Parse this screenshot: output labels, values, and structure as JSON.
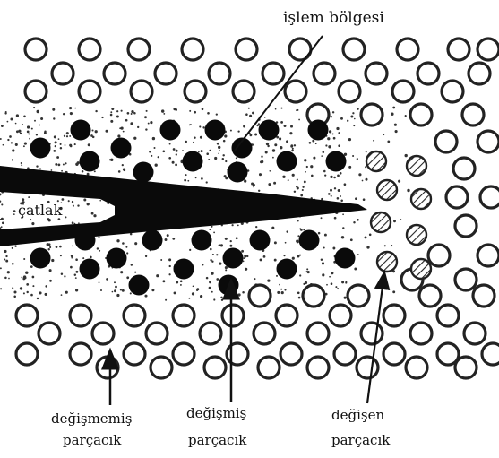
{
  "labels": {
    "process_zone": "işlem bölgesi",
    "crack": "çatlak",
    "unchanged_1": "değişmemiş",
    "unchanged_2": "parçacık",
    "changed_1": "değişmiş",
    "changed_2": "parçacık",
    "changing_1": "değişen",
    "changing_2": "parçacık"
  },
  "colors": {
    "ink": "#111111",
    "dark_particle": "#0a0a0a",
    "background": "#ffffff"
  }
}
